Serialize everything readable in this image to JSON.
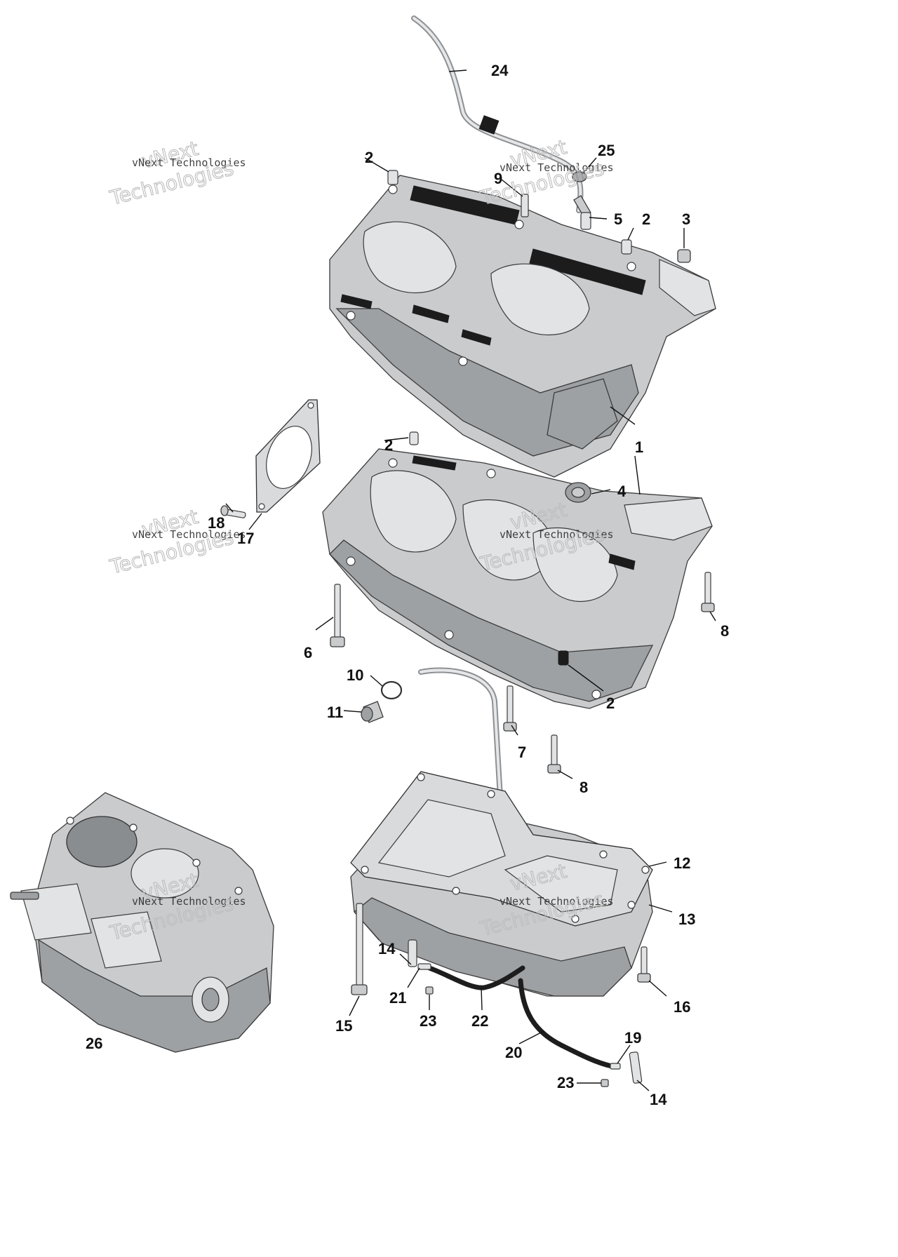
{
  "callouts": {
    "c1": "1",
    "c2a": "2",
    "c2b": "2",
    "c2c": "2",
    "c2d": "2",
    "c3": "3",
    "c4": "4",
    "c5": "5",
    "c6": "6",
    "c7": "7",
    "c8a": "8",
    "c8b": "8",
    "c9": "9",
    "c10": "10",
    "c11": "11",
    "c12": "12",
    "c13": "13",
    "c14a": "14",
    "c14b": "14",
    "c15": "15",
    "c16": "16",
    "c17": "17",
    "c18": "18",
    "c19": "19",
    "c20": "20",
    "c21": "21",
    "c22": "22",
    "c23a": "23",
    "c23b": "23",
    "c24": "24",
    "c25": "25",
    "c26": "26"
  },
  "watermark": {
    "line1": "vNext Technologies",
    "line2": "vNext",
    "line3": "Technologies"
  }
}
